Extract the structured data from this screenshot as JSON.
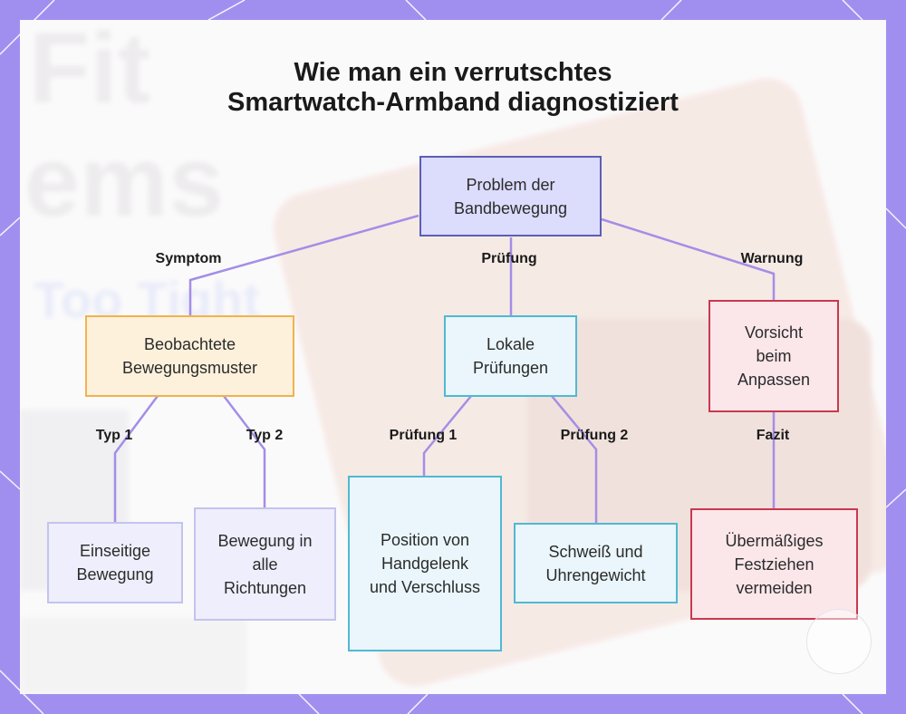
{
  "title": {
    "line1": "Wie man ein verrutschtes",
    "line2": "Smartwatch-Armband diagnostiziert"
  },
  "colors": {
    "frame": "#a18ff0",
    "connector": "#a48ee6",
    "root_fill": "#dcdcfc",
    "root_border": "#5b5fb5",
    "symptom_fill": "#fdf1dc",
    "symptom_border": "#f2b24e",
    "check_fill": "#eaf6fb",
    "check_border": "#4fb9d3",
    "warning_fill": "#fbe7ea",
    "warning_border": "#c9394e",
    "leaf_fill": "#eeeefc",
    "leaf_border": "#c2c4ee"
  },
  "nodes": {
    "root": "Problem der Bandbewegung",
    "symptom": "Beobachtete Bewegungsmuster",
    "checks": "Lokale Prüfungen",
    "warning": "Vorsicht beim Anpassen",
    "type1": "Einseitige Bewegung",
    "type2": "Bewegung in alle Richtungen",
    "check1": "Position von Handgelenk und Verschluss",
    "check2": "Schweiß und Uhrengewicht",
    "conclusion": "Übermäßiges Festziehen vermeiden"
  },
  "edges": {
    "symptom": "Symptom",
    "checks": "Prüfung",
    "warning": "Warnung",
    "type1": "Typ 1",
    "type2": "Typ 2",
    "check1": "Prüfung 1",
    "check2": "Prüfung 2",
    "conclusion": "Fazit"
  },
  "background_words": [
    "Fit",
    "ems",
    "Too Tight"
  ]
}
